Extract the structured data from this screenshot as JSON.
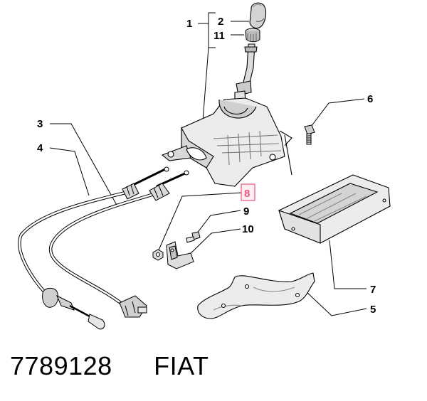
{
  "callouts": {
    "c1": "1",
    "c2": "2",
    "c3": "3",
    "c4": "4",
    "c5": "5",
    "c6": "6",
    "c7": "7",
    "c8": "8",
    "c9": "9",
    "c10": "10",
    "c11": "11"
  },
  "highlight_color": "#e8577a",
  "footer": {
    "part_number": "7789128",
    "brand": "FIAT"
  }
}
